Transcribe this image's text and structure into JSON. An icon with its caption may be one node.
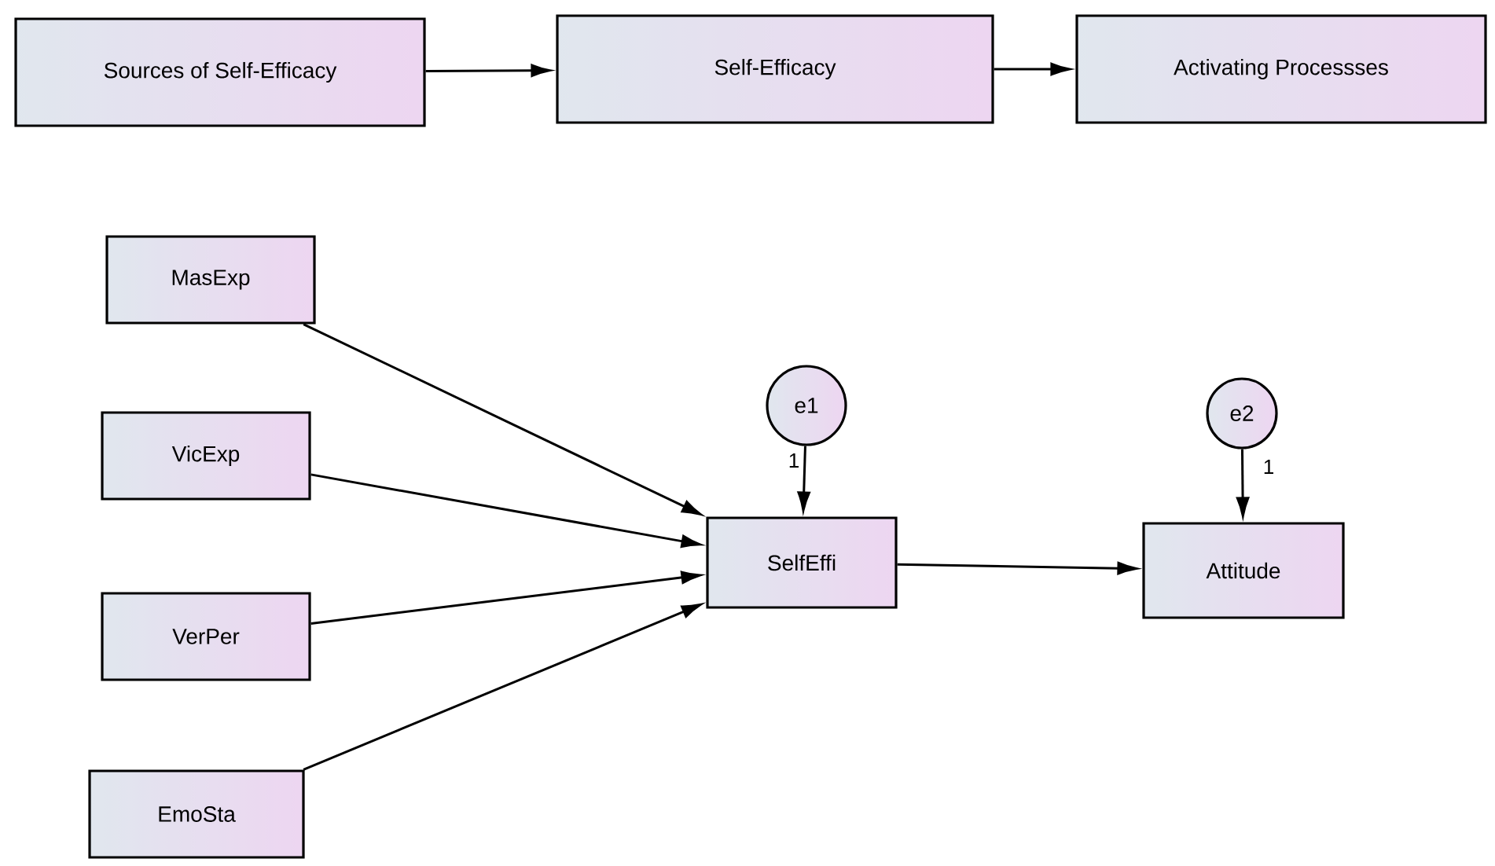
{
  "diagram": {
    "nodes": [
      {
        "text": [
          "Sources of Self-Efficacy"
        ]
      },
      {
        "text": [
          "Self-Efficacy"
        ]
      },
      {
        "text": [
          "Activating Processses"
        ]
      },
      {
        "text": [
          "MasExp"
        ]
      },
      {
        "text": [
          "VicExp"
        ]
      },
      {
        "text": [
          "VerPer"
        ]
      },
      {
        "text": [
          "EmoSta"
        ]
      },
      {
        "text": [
          "e1"
        ]
      },
      {
        "text": [
          "SelfEffi"
        ]
      },
      {
        "text": [
          "e2"
        ]
      },
      {
        "text": [
          "Attitude"
        ]
      }
    ],
    "edges": [
      {
        "from": 0,
        "to": 1,
        "arrow": "to"
      },
      {
        "from": 1,
        "to": 2,
        "arrow": "to"
      },
      {
        "from": 3,
        "to": 8,
        "arrow": "to"
      },
      {
        "from": 4,
        "to": 8,
        "arrow": "to"
      },
      {
        "from": 5,
        "to": 8,
        "arrow": "to"
      },
      {
        "from": 6,
        "to": 8,
        "arrow": "to"
      },
      {
        "from": 7,
        "to": 8,
        "arrow": "to",
        "label": "1"
      },
      {
        "from": 9,
        "to": 10,
        "arrow": "to",
        "label": "1"
      },
      {
        "from": 8,
        "to": 10,
        "arrow": "to"
      }
    ]
  }
}
